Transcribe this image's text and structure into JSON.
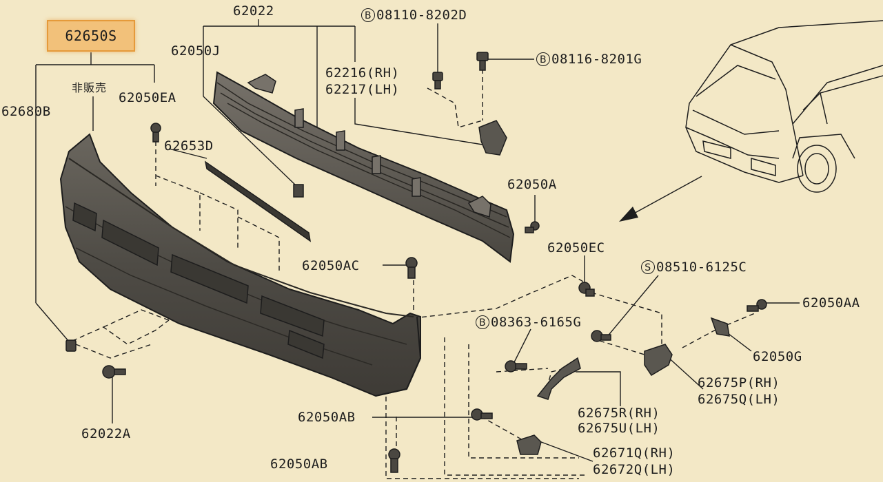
{
  "highlighted_part": "62650S",
  "not_for_sale_note": "非販売",
  "labels": {
    "p62022": "62022",
    "p62050J": "62050J",
    "p62680B": "62680B",
    "p62050EA": "62050EA",
    "p62653D": "62653D",
    "p62216": "62216(RH)",
    "p62217": "62217(LH)",
    "p62050A": "62050A",
    "p62050EC": "62050EC",
    "p62050AC": "62050AC",
    "p62050AA": "62050AA",
    "p62050G": "62050G",
    "p62675P": "62675P(RH)",
    "p62675Q": "62675Q(LH)",
    "p62675R": "62675R(RH)",
    "p62675U": "62675U(LH)",
    "p62050AB_1": "62050AB",
    "p62050AB_2": "62050AB",
    "p62671Q": "62671Q(RH)",
    "p62672Q": "62672Q(LH)",
    "p62022A": "62022A"
  },
  "badged_labels": {
    "b08110": {
      "badge": "B",
      "code": "08110-8202D"
    },
    "b08116": {
      "badge": "B",
      "code": "08116-8201G"
    },
    "s08510": {
      "badge": "S",
      "code": "08510-6125C"
    },
    "b08363": {
      "badge": "B",
      "code": "08363-6165G"
    }
  },
  "colors": {
    "background": "#f3e8c6",
    "highlight_fill": "#f2c17a",
    "highlight_border": "#e59a3a",
    "bumper": "#55524c",
    "ink": "#1d1d1d"
  }
}
